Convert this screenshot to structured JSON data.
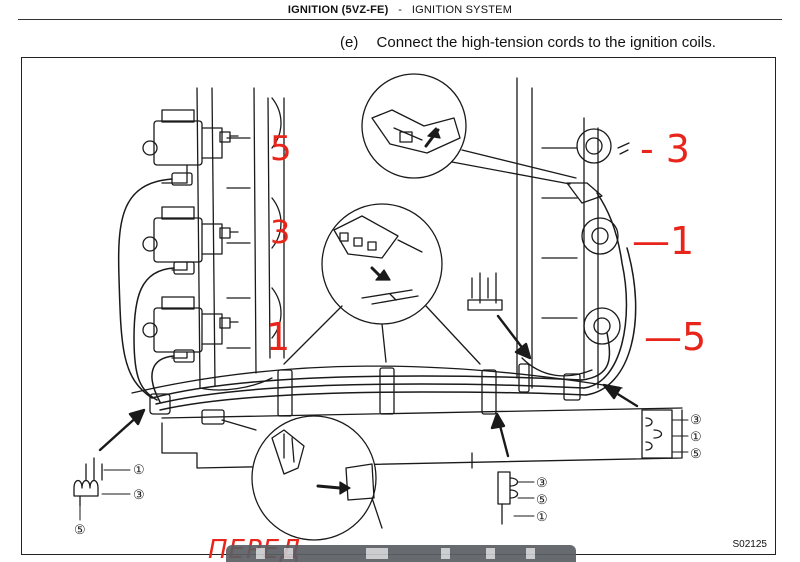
{
  "header": {
    "section": "IGNITION (5VZ-FE)",
    "separator": "-",
    "system": "IGNITION SYSTEM"
  },
  "instruction": {
    "step": "(e)",
    "text": "Connect the high-tension cords to the ignition coils."
  },
  "annotations": {
    "left_top": "5",
    "left_mid": "3",
    "left_bottom": "1",
    "right_top": "- 3",
    "right_mid": "—1",
    "right_bottom": "—5",
    "bottom_text": "ПЕРЕД"
  },
  "clamps": {
    "bottom_left": [
      "①",
      "③",
      "⑤"
    ],
    "bottom_center": [
      "③",
      "⑤",
      "①"
    ],
    "right": [
      "③",
      "①",
      "⑤"
    ]
  },
  "figure_id": "S02125",
  "colors": {
    "line": "#1a1a1a",
    "annotation_red": "#e8251b",
    "toolbar": "#5b5e63"
  }
}
